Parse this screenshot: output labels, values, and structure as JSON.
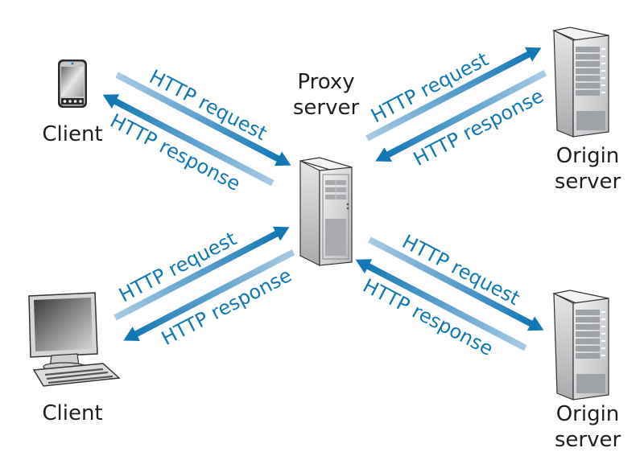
{
  "colors": {
    "arrow_dark": "#1377b5",
    "arrow_light": "#a9cbe4",
    "label_text": "#231f20",
    "arrow_text": "#1178b4"
  },
  "nodes": {
    "client_phone": {
      "label": "Client",
      "icon": "smartphone-icon"
    },
    "client_pc": {
      "label": "Client",
      "icon": "desktop-computer-icon"
    },
    "proxy": {
      "label_line1": "Proxy",
      "label_line2": "server",
      "icon": "tower-server-icon"
    },
    "origin_top": {
      "label_line1": "Origin",
      "label_line2": "server",
      "icon": "rack-server-icon"
    },
    "origin_bottom": {
      "label_line1": "Origin",
      "label_line2": "server",
      "icon": "rack-server-icon"
    }
  },
  "links": [
    {
      "from": "client_phone",
      "to": "proxy",
      "request": "HTTP request",
      "response": "HTTP response"
    },
    {
      "from": "client_pc",
      "to": "proxy",
      "request": "HTTP request",
      "response": "HTTP response"
    },
    {
      "from": "proxy",
      "to": "origin_top",
      "request": "HTTP request",
      "response": "HTTP response"
    },
    {
      "from": "proxy",
      "to": "origin_bottom",
      "request": "HTTP request",
      "response": "HTTP response"
    }
  ]
}
